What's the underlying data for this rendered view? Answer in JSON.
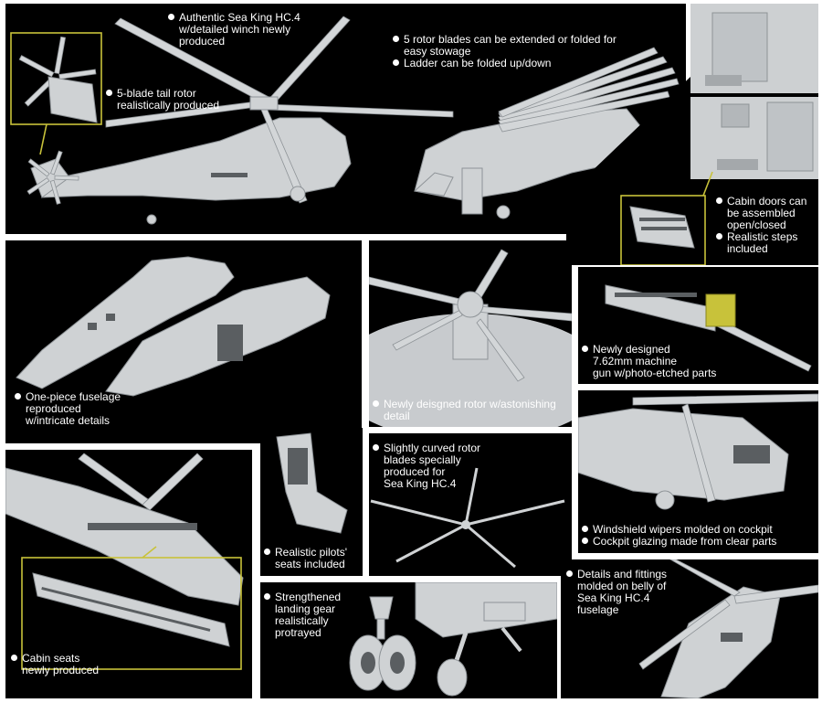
{
  "captions": {
    "authentic": [
      "Authentic Sea King HC.4",
      "w/detailed winch newly",
      "produced"
    ],
    "tail_rotor": [
      "5-blade tail rotor",
      "realistically produced"
    ],
    "rotor_fold": [
      "5 rotor blades can be extended or folded for",
      "easy stowage"
    ],
    "ladder": [
      "Ladder can be folded up/down"
    ],
    "cabin_doors": [
      "Cabin doors can",
      "be assembled",
      "open/closed"
    ],
    "steps": [
      "Realistic steps",
      "included"
    ],
    "fuselage": [
      "One-piece fuselage",
      "reproduced",
      "w/intricate details"
    ],
    "rotor": [
      "Newly deisgned rotor w/astonishing",
      "detail"
    ],
    "gun": [
      "Newly designed",
      "7.62mm machine",
      "gun w/photo-etched parts"
    ],
    "wipers": [
      "Windshield wipers molded on cockpit"
    ],
    "glazing": [
      "Cockpit glazing made from clear parts"
    ],
    "curved_blades": [
      "Slightly curved rotor",
      "blades specially",
      "produced for",
      "Sea King HC.4"
    ],
    "pilot_seats": [
      "Realistic pilots'",
      "seats included"
    ],
    "cabin_seats": [
      "Cabin seats",
      "newly produced"
    ],
    "landing_gear": [
      "Strengthened",
      "landing gear",
      "realistically",
      "protrayed"
    ],
    "belly": [
      "Details and fittings",
      "molded on belly of",
      "Sea King HC.4",
      "fuselage"
    ]
  },
  "colors": {
    "panel": "#000000",
    "model": "#cfd2d4",
    "highlight": "#c8c23a",
    "text": "#ffffff"
  }
}
